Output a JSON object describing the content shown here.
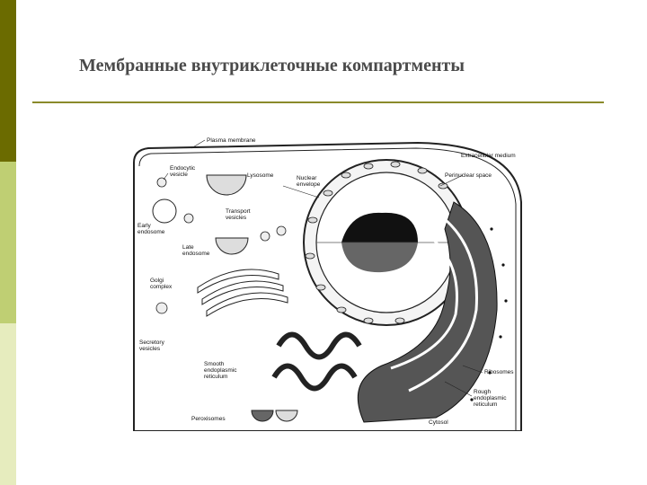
{
  "slide": {
    "title": "Мембранные внутриклеточные компартменты",
    "colors": {
      "sidebar_dark": "#6b6b00",
      "sidebar_mid": "#bfcf73",
      "sidebar_light": "#e6ecbe",
      "rule": "#8a8a2a",
      "title": "#4a4a4a"
    }
  },
  "figure": {
    "labels": {
      "plasma_membrane": "Plasma membrane",
      "endocytic_vesicle_1": "Endocytic",
      "endocytic_vesicle_2": "vesicle",
      "lysosome": "Lysosome",
      "early_endosome_1": "Early",
      "early_endosome_2": "endosome",
      "transport_vesicles_1": "Transport",
      "transport_vesicles_2": "vesicles",
      "late_endosome_1": "Late",
      "late_endosome_2": "endosome",
      "golgi_complex_1": "Golgi",
      "golgi_complex_2": "complex",
      "secretory_vesicles_1": "Secretory",
      "secretory_vesicles_2": "vesicles",
      "smooth_er_1": "Smooth",
      "smooth_er_2": "endoplasmic",
      "smooth_er_3": "reticulum",
      "peroxisomes": "Peroxisomes",
      "extracellular_medium": "Extracellular medium",
      "perinuclear_space": "Perinuclear space",
      "nuclear_envelope_1": "Nuclear",
      "nuclear_envelope_2": "envelope",
      "ribosomes": "Ribosomes",
      "rough_er_1": "Rough",
      "rough_er_2": "endoplasmic",
      "rough_er_3": "reticulum",
      "cytosol": "Cytosol"
    }
  }
}
